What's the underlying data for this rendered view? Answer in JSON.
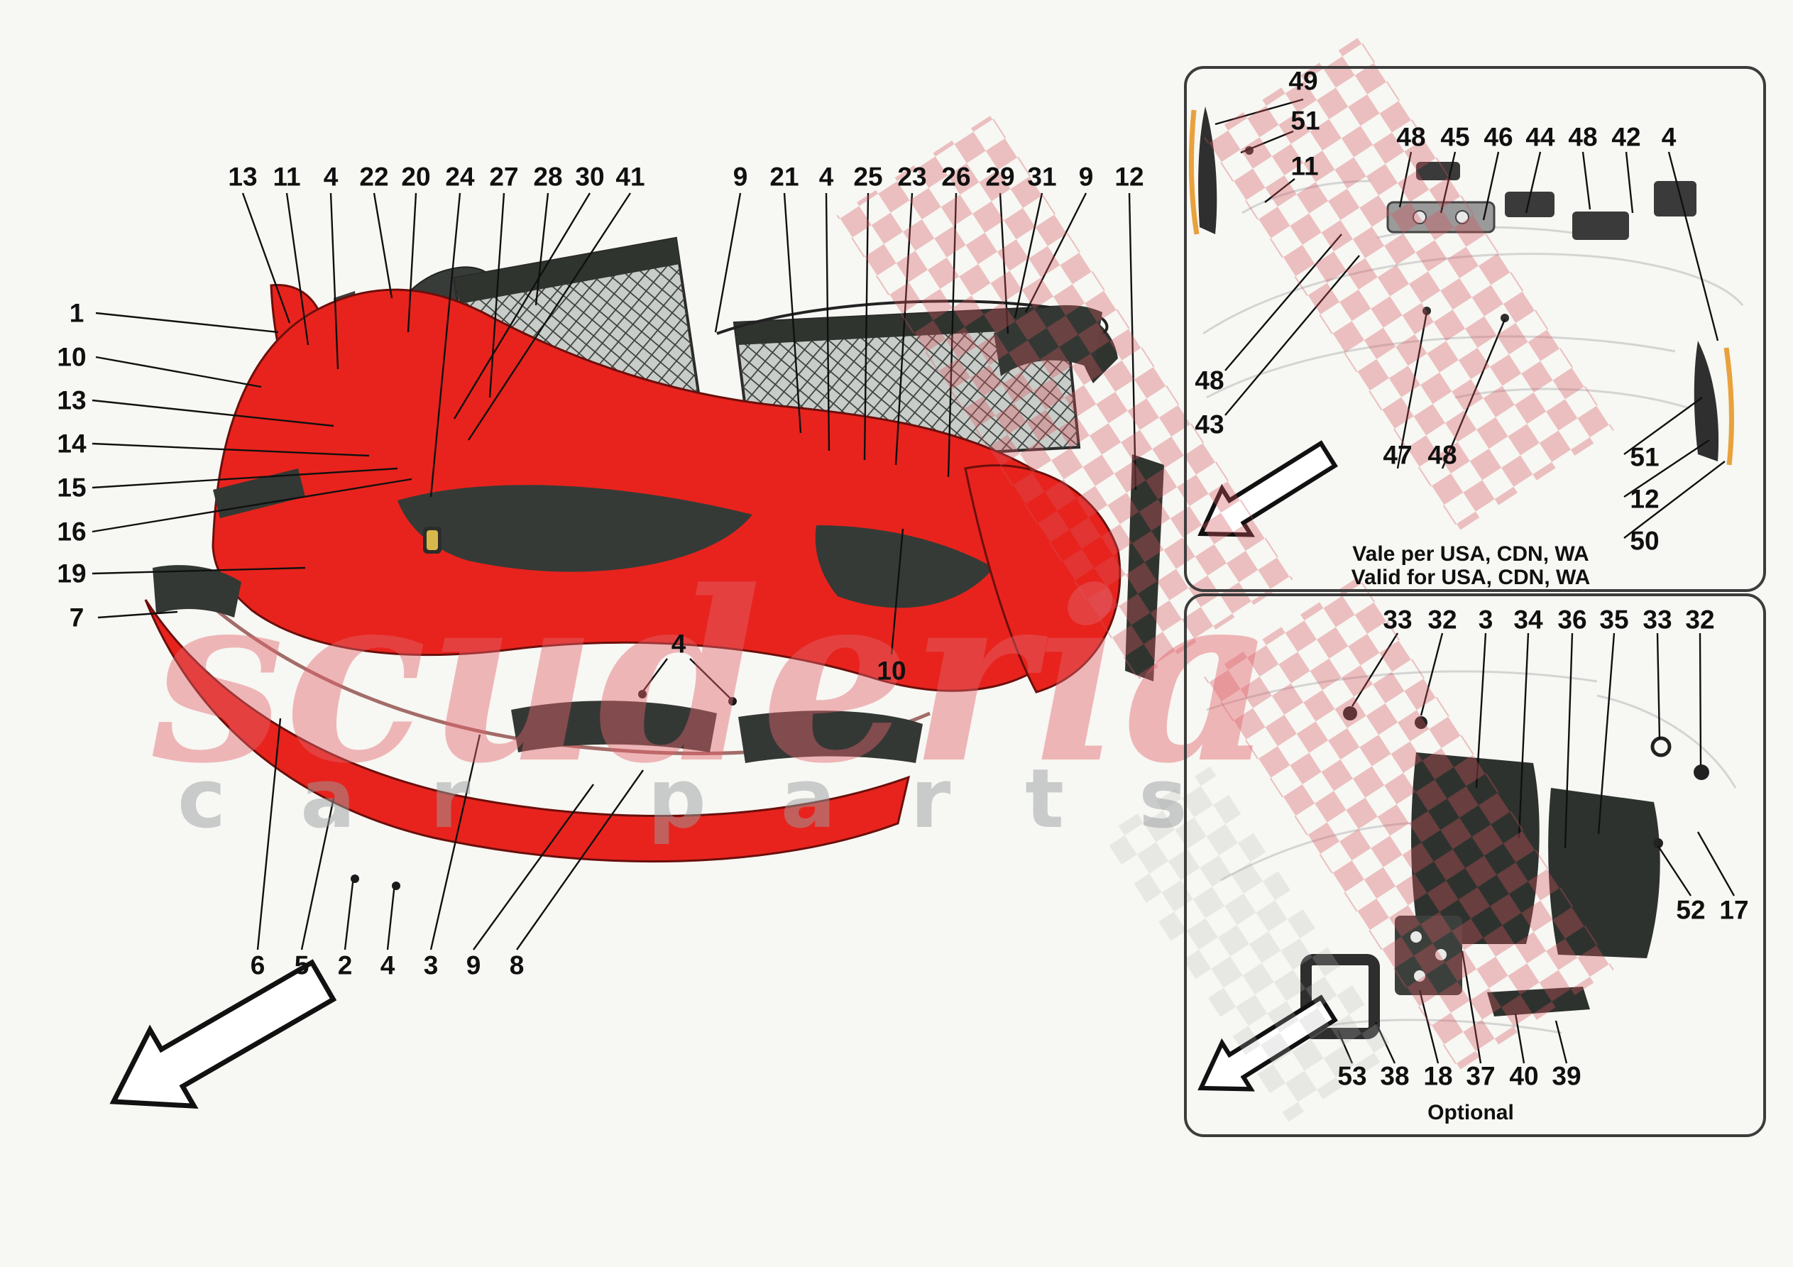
{
  "diagram": {
    "type": "exploded-parts-diagram",
    "subject": "front bumper assembly",
    "main": {
      "callouts": [
        "13",
        "11",
        "4",
        "22",
        "20",
        "24",
        "27",
        "28",
        "30",
        "41",
        "9",
        "21",
        "4",
        "25",
        "23",
        "26",
        "29",
        "31",
        "9",
        "12",
        "1",
        "10",
        "13",
        "14",
        "15",
        "16",
        "19",
        "7",
        "4",
        "10",
        "6",
        "5",
        "2",
        "4",
        "3",
        "9",
        "8"
      ]
    },
    "panels": {
      "usa": {
        "caption_line1": "Vale per USA, CDN, WA",
        "caption_line2": "Valid for USA, CDN, WA",
        "callouts": [
          "49",
          "51",
          "11",
          "48",
          "45",
          "46",
          "44",
          "48",
          "42",
          "4",
          "48",
          "43",
          "47",
          "48",
          "51",
          "12",
          "50"
        ]
      },
      "optional": {
        "caption": "Optional",
        "callouts": [
          "33",
          "32",
          "3",
          "34",
          "36",
          "35",
          "33",
          "32",
          "52",
          "17",
          "53",
          "38",
          "18",
          "37",
          "40",
          "39"
        ]
      }
    }
  },
  "watermark": {
    "title": "scuderia",
    "subtitle": "car  parts"
  },
  "colors": {
    "bumper_red": "#e8231d",
    "part_dark": "#343834",
    "outline": "#101010",
    "watermark_red": "#e2646d",
    "watermark_gray": "#9aa0a0",
    "accent_orange": "#e8a13c",
    "background": "#f7f7f3"
  }
}
